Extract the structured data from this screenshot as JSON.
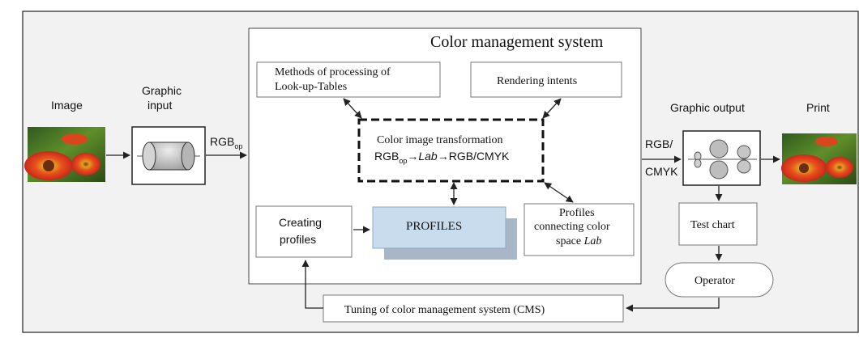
{
  "labels": {
    "image": "Image",
    "graphic_input_line1": "Graphic",
    "graphic_input_line2": "input",
    "rgb_op_main": "RGB",
    "rgb_op_sub": "op",
    "cms_title": "Color management system",
    "methods_line1": "Methods of processing of",
    "methods_line2": "Look-up-Tables",
    "rendering_intents": "Rendering intents",
    "transform_line1": "Color image transformation",
    "transform_rgb": "RGB",
    "transform_op": "op",
    "transform_arrow1": "→",
    "transform_lab": "Lab",
    "transform_rest": "→RGB/CMYK",
    "creating_line1": "Creating",
    "creating_line2": "profiles",
    "profiles": "PROFILES",
    "pconn_line1": "Profiles",
    "pconn_line2": "connecting color",
    "pconn_line3_prefix": "space ",
    "pconn_line3_lab": "Lab",
    "rgb_slash": "RGB/",
    "cmyk": "CMYK",
    "graphic_output": "Graphic output",
    "print": "Print",
    "test_chart": "Test chart",
    "operator": "Operator",
    "tuning": "Tuning of color management system (CMS)"
  },
  "colors": {
    "background": "#f2f2f2",
    "stroke": "#222222",
    "profiles_fill": "#c9dcee",
    "profiles_shadow": "#a9b6c7"
  }
}
